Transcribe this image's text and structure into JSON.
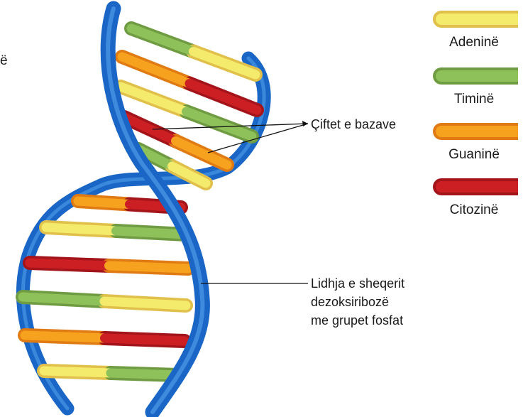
{
  "colors": {
    "backbone": "#1a66c6",
    "backbone_light": "#56a4ec",
    "adenine": "#f4ea6c",
    "adenine_border": "#e0c04a",
    "thymine": "#8fc15a",
    "thymine_border": "#6f9c42",
    "guanine": "#f7a21f",
    "guanine_border": "#e07a13",
    "cytosine": "#cc1f24",
    "cytosine_border": "#a3151b"
  },
  "cut_text": "ë",
  "labels": {
    "base_pairs": "Çiftet e bazave",
    "backbone_line1": "Lidhja e sheqerit",
    "backbone_line2": "dezoksiribozë",
    "backbone_line3": "me grupet fosfat"
  },
  "legend": [
    {
      "key": "adenine",
      "label": "Adeninë",
      "color_key": "adenine"
    },
    {
      "key": "thymine",
      "label": "Timinë",
      "color_key": "thymine"
    },
    {
      "key": "guanine",
      "label": "Guaninë",
      "color_key": "guanine"
    },
    {
      "key": "cytosine",
      "label": "Citozinë",
      "color_key": "cytosine"
    }
  ]
}
